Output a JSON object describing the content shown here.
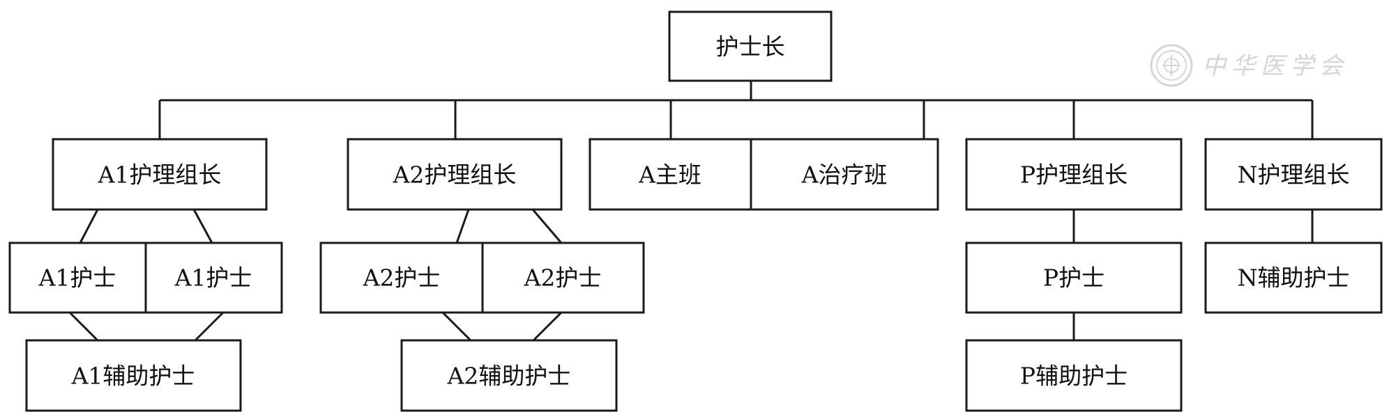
{
  "chart": {
    "head": "护士长",
    "a1_leader": "A1护理组长",
    "a2_leader": "A2护理组长",
    "a_main": "A主班",
    "a_treat": "A治疗班",
    "p_leader": "P护理组长",
    "n_leader": "N护理组长",
    "a1_nurse_left": "A1护士",
    "a1_nurse_right": "A1护士",
    "a2_nurse_left": "A2护士",
    "a2_nurse_right": "A2护士",
    "p_nurse": "P护士",
    "n_aux": "N辅助护士",
    "a1_aux": "A1辅助护士",
    "a2_aux": "A2辅助护士",
    "p_aux": "P辅助护士"
  },
  "watermark": {
    "text": "中华医学会",
    "icon": "seal-icon"
  },
  "colors": {
    "line": "#1a1a1a",
    "text": "#111111",
    "watermark": "#d6d6d6"
  }
}
